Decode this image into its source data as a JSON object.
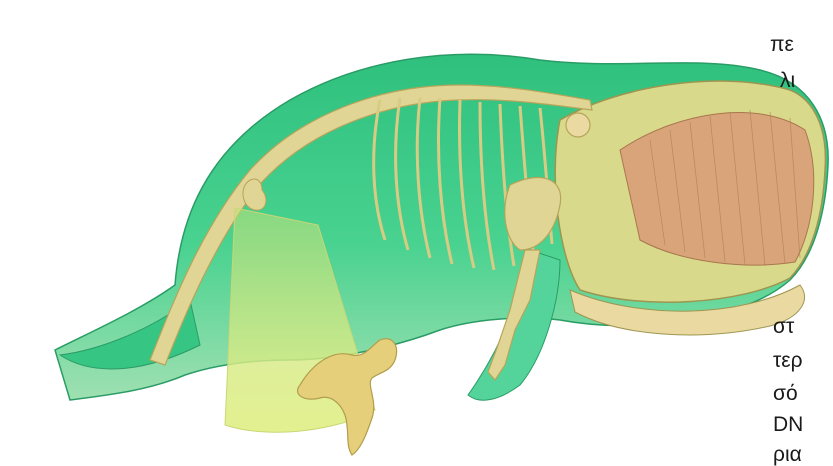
{
  "text_fragments": {
    "top_right": [
      "πε",
      "λι"
    ],
    "bottom_right": [
      "στ",
      "τερ",
      "σό",
      "DN",
      "ρια"
    ]
  },
  "colors": {
    "whale_body": "#3fcf8a",
    "whale_belly": "#a8e3b7",
    "bone": "#e0d595",
    "bone_outline": "#b6a55a",
    "baleen": "#d9a47a",
    "pelvis_highlight": "#d6ea7a",
    "text": "#1a1a1a"
  }
}
